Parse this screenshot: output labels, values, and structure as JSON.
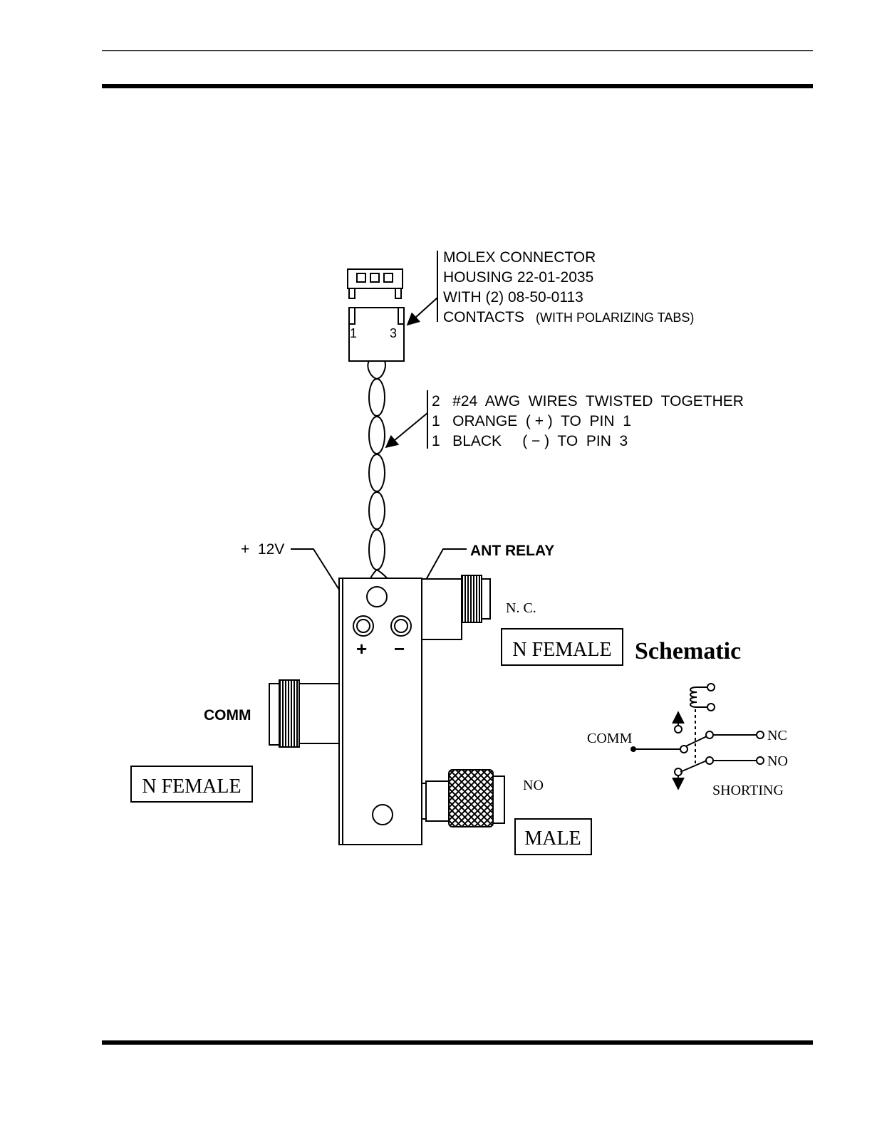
{
  "molex_note": {
    "line1": "MOLEX  CONNECTOR",
    "line2": "HOUSING  22-01-2035",
    "line3": "WITH  (2)  08-50-0113",
    "line4": "CONTACTS",
    "line4_small": "(WITH POLARIZING TABS)"
  },
  "connector_pins": {
    "pin_left": "1",
    "pin_right": "3"
  },
  "wire_note": {
    "line1": "2   #24  AWG  WIRES  TWISTED  TOGETHER",
    "line2": "1   ORANGE  ( + )  TO  PIN  1",
    "line3": "1   BLACK     ( − )  TO  PIN  3"
  },
  "relay": {
    "plus12v_label": "+  12V",
    "ant_relay_label": "ANT RELAY",
    "terminal_plus": "+",
    "terminal_minus": "−"
  },
  "ports": {
    "nc_label": "N. C.",
    "nc_type": "N FEMALE",
    "comm_label": "COMM",
    "comm_type": "N FEMALE",
    "no_label": "NO",
    "no_type": "MALE"
  },
  "schematic": {
    "title": "Schematic",
    "comm": "COMM",
    "nc": "NC",
    "no": "NO",
    "shorting": "SHORTING"
  }
}
